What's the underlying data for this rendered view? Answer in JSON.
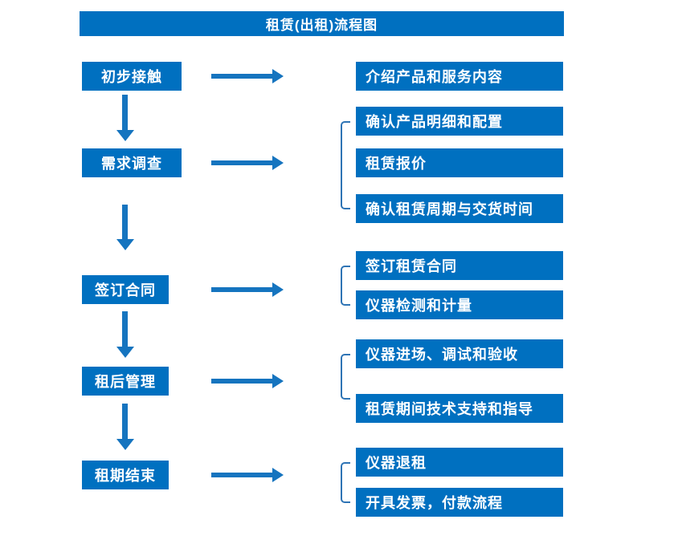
{
  "title": "租赁(出租)流程图",
  "colors": {
    "box_fill": "#0070C0",
    "arrow": "#1574BF",
    "bracket": "#2E74B5",
    "text": "#FFFFFF"
  },
  "steps": [
    {
      "label": "初步接触",
      "subs": [
        "介绍产品和服务内容"
      ]
    },
    {
      "label": "需求调查",
      "subs": [
        "确认产品明细和配置",
        "租赁报价",
        "确认租赁周期与交货时间"
      ]
    },
    {
      "label": "签订合同",
      "subs": [
        "签订租赁合同",
        "仪器检测和计量"
      ]
    },
    {
      "label": "租后管理",
      "subs": [
        "仪器进场、调试和验收",
        "租赁期间技术支持和指导"
      ]
    },
    {
      "label": "租期结束",
      "subs": [
        "仪器退租",
        "开具发票，付款流程"
      ]
    }
  ]
}
